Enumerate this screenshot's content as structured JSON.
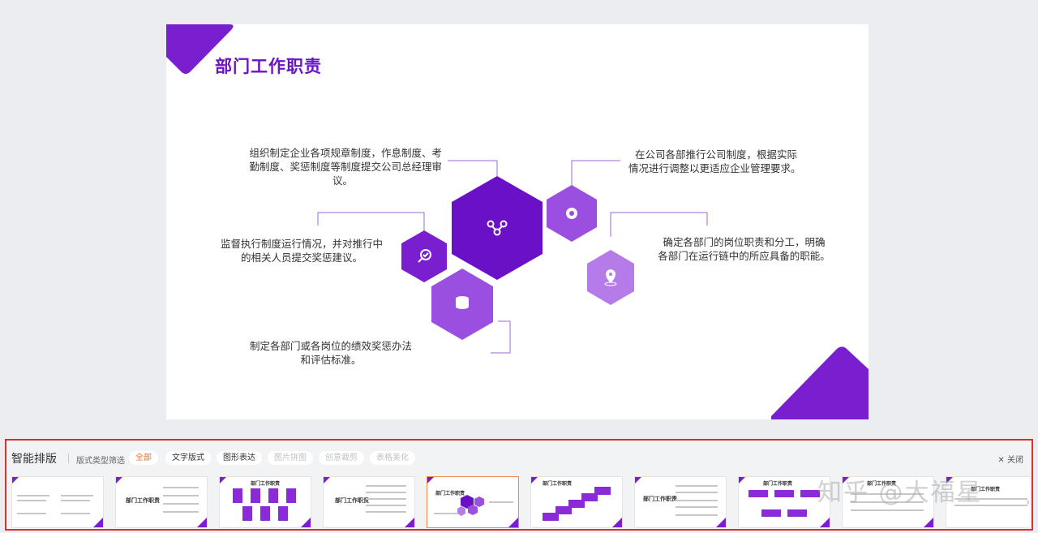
{
  "slide": {
    "title": "部门工作职责",
    "items": [
      {
        "id": "item-1",
        "text": "组织制定企业各项规章制度，作息制度、考勤制度、奖惩制度等制度提交公司总经理审议。",
        "icon": "share-nodes-icon"
      },
      {
        "id": "item-2",
        "text": "在公司各部推行公司制度，根据实际情况进行调整以更适应企业管理要求。",
        "icon": "gear-icon"
      },
      {
        "id": "item-3",
        "text": "监督执行制度运行情况，并对推行中的相关人员提交奖惩建议。",
        "icon": "search-check-icon"
      },
      {
        "id": "item-4",
        "text": "确定各部门的岗位职责和分工，明确各部门在运行链中的所应具备的职能。",
        "icon": "location-pin-icon"
      },
      {
        "id": "item-5",
        "text": "制定各部门或各岗位的绩效奖惩办法和评估标准。",
        "icon": "coins-icon"
      }
    ],
    "lines": {
      "item1": [
        "组织制定企业各项规章制度，作息制度、考",
        "勤制度、奖惩制度等制度提交公司总经理审",
        "议。"
      ],
      "item2": [
        "在公司各部推行公司制度，根据实际",
        "情况进行调整以更适应企业管理要求。"
      ],
      "item3": [
        "监督执行制度运行情况，并对推行中",
        "的相关人员提交奖惩建议。"
      ],
      "item4": [
        "确定各部门的岗位职责和分工，明确",
        "各部门在运行链中的所应具备的职能。"
      ],
      "item5": [
        "制定各部门或各岗位的绩效奖惩办法",
        "和评估标准。"
      ]
    },
    "colors": {
      "primary": "#6a14c4",
      "light": "#9b4fe0",
      "lighter": "#b57be8"
    }
  },
  "panel": {
    "title": "智能排版",
    "filter_label": "版式类型筛选",
    "chips": [
      {
        "label": "全部",
        "state": "active"
      },
      {
        "label": "文字版式",
        "state": "normal"
      },
      {
        "label": "图形表达",
        "state": "normal"
      },
      {
        "label": "图片拼图",
        "state": "disabled"
      },
      {
        "label": "创意裁剪",
        "state": "disabled"
      },
      {
        "label": "表格美化",
        "state": "disabled"
      }
    ],
    "close_label": "关闭",
    "thumbnails": [
      {
        "title": ""
      },
      {
        "title": "部门工作职责"
      },
      {
        "title": "部门工作职责"
      },
      {
        "title": "部门工作职责"
      },
      {
        "title": "部门工作职责"
      },
      {
        "title": "部门工作职责"
      },
      {
        "title": "部门工作职责"
      },
      {
        "title": "部门工作职责"
      },
      {
        "title": "部门工作职责"
      },
      {
        "title": "部门工作职责"
      }
    ]
  },
  "watermark": "知乎 @大福星"
}
